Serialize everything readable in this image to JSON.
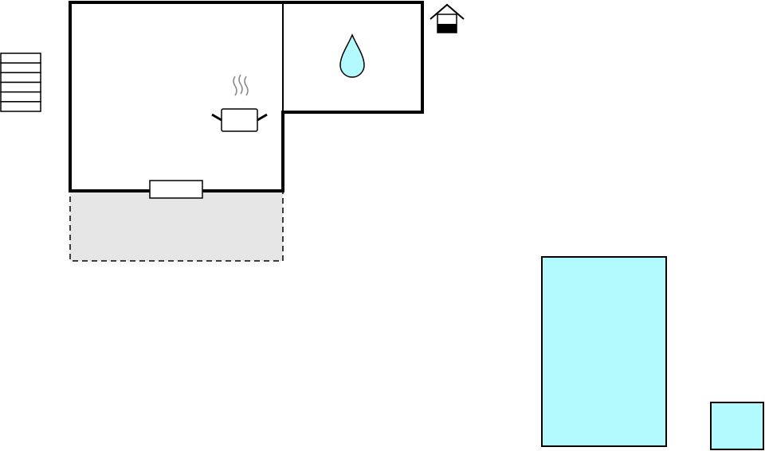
{
  "plan": {
    "rooms": [
      {
        "id": "kitchen-room",
        "icon": "cooking-pot-icon"
      },
      {
        "id": "bathroom-room",
        "icon": "water-drop-icon"
      }
    ],
    "areas": [
      {
        "id": "terrace-area",
        "style": "dashed-outline",
        "fill": "#e6e6e6"
      },
      {
        "id": "pool-large",
        "fill": "#b3faff"
      },
      {
        "id": "pool-small",
        "fill": "#b3faff"
      }
    ],
    "symbols": [
      {
        "id": "staircase",
        "icon": "stairs-icon",
        "steps": 6
      },
      {
        "id": "entrance",
        "icon": "entrance-house-icon"
      },
      {
        "id": "door",
        "icon": "door-icon"
      }
    ]
  },
  "colors": {
    "wall": "#000000",
    "water": "#b3faff",
    "terrace": "#e6e6e6",
    "steam": "#888888",
    "background": "#ffffff"
  }
}
